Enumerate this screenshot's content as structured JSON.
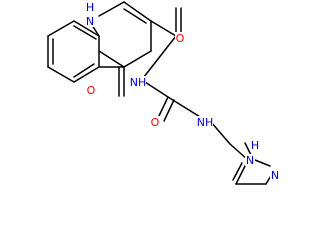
{
  "molecule": {
    "colors": {
      "bond": "#000000",
      "nitrogen": "#0000ff",
      "oxygen": "#ff0000"
    },
    "atom_labels": {
      "ring_nh": "H",
      "ring_n": "N",
      "keto_o": "O",
      "amide1_o": "O",
      "amide1_nh": "NH",
      "amide2_o": "O",
      "amide2_nh": "NH",
      "pyrazole_nh": "H",
      "pyrazole_n1": "N",
      "pyrazole_n2": "N"
    }
  }
}
